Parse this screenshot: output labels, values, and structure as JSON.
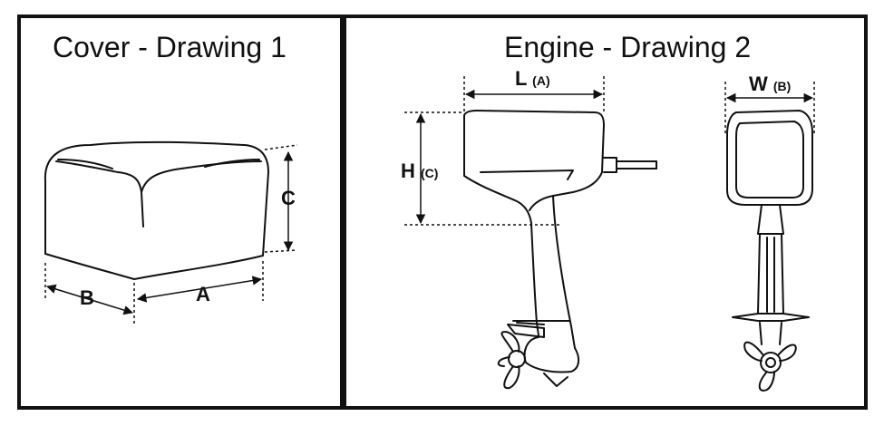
{
  "panels": [
    {
      "title": "Cover - Drawing 1"
    },
    {
      "title": "Engine - Drawing 2"
    }
  ],
  "cover_dimensions": {
    "a": "A",
    "b": "B",
    "c": "C"
  },
  "engine_dimensions": {
    "length": {
      "letter": "L",
      "ref": "(A)"
    },
    "height": {
      "letter": "H",
      "ref": "(C)"
    },
    "width": {
      "letter": "W",
      "ref": "(B)"
    }
  }
}
